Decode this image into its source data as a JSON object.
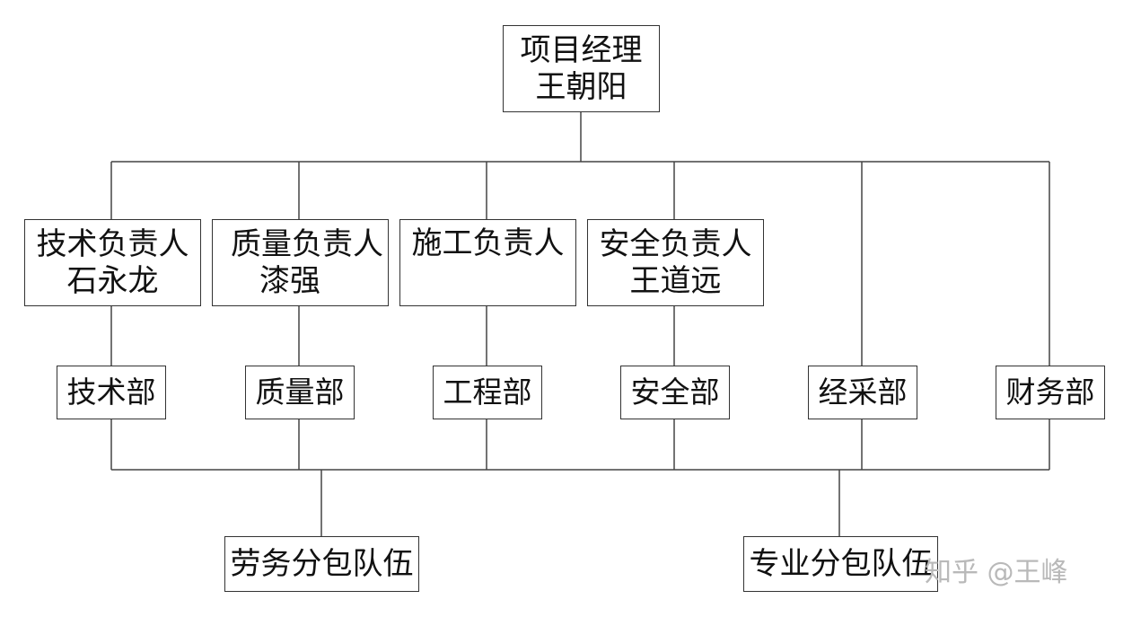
{
  "manager": {
    "title": "项目经理",
    "name": "王朝阳"
  },
  "leads": [
    {
      "title": "技术负责人",
      "name": "石永龙"
    },
    {
      "title": "质量负责人",
      "name": "漆强"
    },
    {
      "title": "施工负责人",
      "name": ""
    },
    {
      "title": "安全负责人",
      "name": "王道远"
    }
  ],
  "departments": [
    "技术部",
    "质量部",
    "工程部",
    "安全部",
    "经采部",
    "财务部"
  ],
  "teams": [
    "劳务分包队伍",
    "专业分包队伍"
  ],
  "watermark": "知乎 @王峰"
}
